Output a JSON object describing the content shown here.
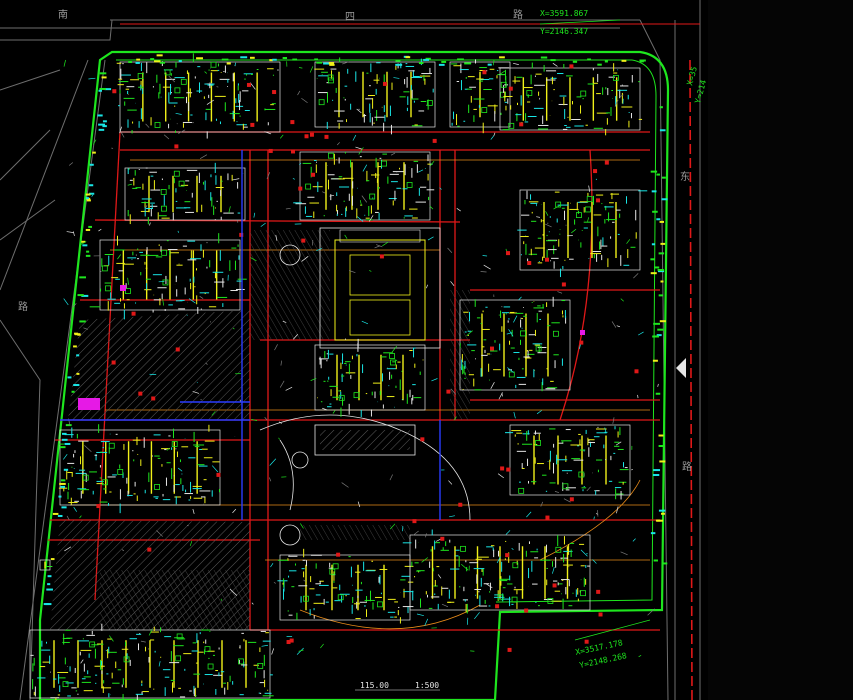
{
  "drawing": {
    "background": "#000000",
    "colors": {
      "red": "#e01818",
      "green": "#1ee61e",
      "cyan": "#19e6e6",
      "yellow": "#f0f019",
      "white": "#e6e6e6",
      "blue": "#2a3cff",
      "magenta": "#e619e6",
      "gray": "#7a7a7a",
      "orange": "#e68a19"
    },
    "icons": [
      "north-arrow-icon"
    ]
  },
  "labels": {
    "top_coord_x": "X=3591.867",
    "top_coord_y": "Y=2146.347",
    "right_coord_x": "X=35",
    "right_coord_y": "Y=214",
    "bottom_coord_x": "X=3517.178",
    "bottom_coord_y": "Y=2148.268",
    "top_road_chars": [
      "南",
      "四",
      "路"
    ],
    "right_road_chars": [
      "东",
      "路"
    ],
    "left_road_char": "路",
    "bottom_dim": "115.00",
    "bottom_dim2": "1:500"
  }
}
